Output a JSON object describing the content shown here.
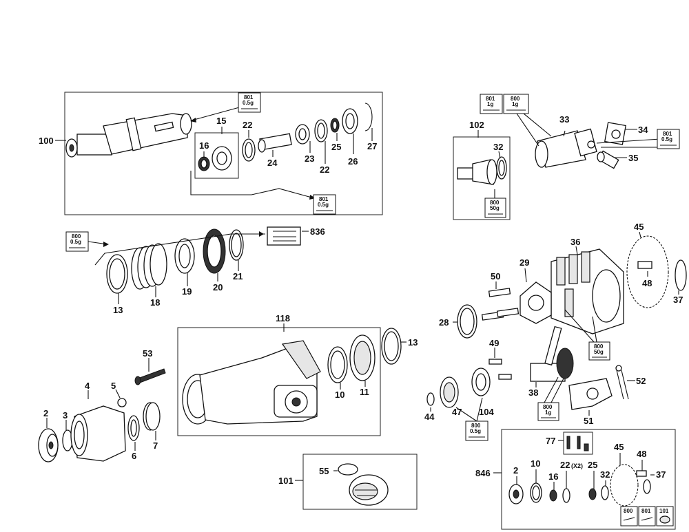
{
  "diagram": {
    "callouts": [
      {
        "id": "c100",
        "text": "100"
      },
      {
        "id": "c15",
        "text": "15"
      },
      {
        "id": "c16",
        "text": "16"
      },
      {
        "id": "c22a",
        "text": "22"
      },
      {
        "id": "c24",
        "text": "24"
      },
      {
        "id": "c23",
        "text": "23"
      },
      {
        "id": "c22b",
        "text": "22"
      },
      {
        "id": "c25",
        "text": "25"
      },
      {
        "id": "c26",
        "text": "26"
      },
      {
        "id": "c27",
        "text": "27"
      },
      {
        "id": "c102",
        "text": "102"
      },
      {
        "id": "c32a",
        "text": "32"
      },
      {
        "id": "c33",
        "text": "33"
      },
      {
        "id": "c34",
        "text": "34"
      },
      {
        "id": "c35",
        "text": "35"
      },
      {
        "id": "c836",
        "text": "836"
      },
      {
        "id": "c13a",
        "text": "13"
      },
      {
        "id": "c18",
        "text": "18"
      },
      {
        "id": "c19",
        "text": "19"
      },
      {
        "id": "c20",
        "text": "20"
      },
      {
        "id": "c21",
        "text": "21"
      },
      {
        "id": "c45a",
        "text": "45"
      },
      {
        "id": "c36",
        "text": "36"
      },
      {
        "id": "c29",
        "text": "29"
      },
      {
        "id": "c50",
        "text": "50"
      },
      {
        "id": "c48a",
        "text": "48"
      },
      {
        "id": "c37a",
        "text": "37"
      },
      {
        "id": "c28",
        "text": "28"
      },
      {
        "id": "c118",
        "text": "118"
      },
      {
        "id": "c13b",
        "text": "13"
      },
      {
        "id": "c53",
        "text": "53"
      },
      {
        "id": "c4",
        "text": "4"
      },
      {
        "id": "c5",
        "text": "5"
      },
      {
        "id": "c2a",
        "text": "2"
      },
      {
        "id": "c3",
        "text": "3"
      },
      {
        "id": "c6",
        "text": "6"
      },
      {
        "id": "c7",
        "text": "7"
      },
      {
        "id": "c10a",
        "text": "10"
      },
      {
        "id": "c11",
        "text": "11"
      },
      {
        "id": "c49",
        "text": "49"
      },
      {
        "id": "c52",
        "text": "52"
      },
      {
        "id": "c38",
        "text": "38"
      },
      {
        "id": "c44",
        "text": "44"
      },
      {
        "id": "c47",
        "text": "47"
      },
      {
        "id": "c104",
        "text": "104"
      },
      {
        "id": "c51",
        "text": "51"
      },
      {
        "id": "c77",
        "text": "77"
      },
      {
        "id": "c55",
        "text": "55"
      },
      {
        "id": "c101",
        "text": "101"
      },
      {
        "id": "c846",
        "text": "846"
      },
      {
        "id": "c2b",
        "text": "2"
      },
      {
        "id": "c10b",
        "text": "10"
      },
      {
        "id": "c16b",
        "text": "16"
      },
      {
        "id": "c22x",
        "text": "22"
      },
      {
        "id": "c22xnote",
        "text": "(X2)"
      },
      {
        "id": "c25b",
        "text": "25"
      },
      {
        "id": "c32b",
        "text": "32"
      },
      {
        "id": "c45b",
        "text": "45"
      },
      {
        "id": "c48b",
        "text": "48"
      },
      {
        "id": "c37b",
        "text": "37"
      }
    ],
    "tags": [
      {
        "id": "t1",
        "line1": "801",
        "line2": "0.5g"
      },
      {
        "id": "t2",
        "line1": "801",
        "line2": "0.5g"
      },
      {
        "id": "t3",
        "line1": "801",
        "line2": "1g"
      },
      {
        "id": "t4",
        "line1": "800",
        "line2": "1g"
      },
      {
        "id": "t5",
        "line1": "801",
        "line2": "0.5g"
      },
      {
        "id": "t6",
        "line1": "800",
        "line2": "50g"
      },
      {
        "id": "t7",
        "line1": "800",
        "line2": "0.5g"
      },
      {
        "id": "t8",
        "line1": "800",
        "line2": "50g"
      },
      {
        "id": "t9",
        "line1": "800",
        "line2": "1g"
      },
      {
        "id": "t10",
        "line1": "800",
        "line2": "0.5g"
      },
      {
        "id": "t11",
        "line1": "800",
        "line2": ""
      },
      {
        "id": "t12",
        "line1": "801",
        "line2": ""
      },
      {
        "id": "t13",
        "line1": "101",
        "line2": ""
      }
    ]
  }
}
